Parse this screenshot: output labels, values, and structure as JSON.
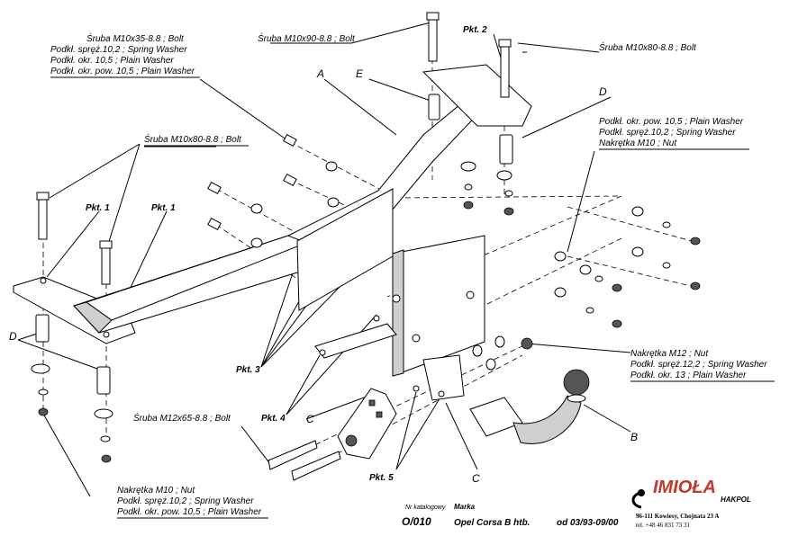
{
  "labels": {
    "bolt_m10x35": [
      "Śruba M10x35-8.8 ;  Bolt",
      "Podkł. spręż.10,2 ; Spring Washer",
      "Podkł. okr. 10,5 ; Plain Washer",
      "Podkł. okr. pow. 10,5 ; Plain Washer"
    ],
    "bolt_m10x90": "Śruba M10x90-8.8 ;  Bolt",
    "pkt2": "Pkt. 2",
    "bolt_m10x80_right": "Śruba M10x80-8.8 ;  Bolt",
    "letter_a": "A",
    "letter_e": "E",
    "letter_d_right": "D",
    "right_washers": [
      "Podkł. okr. pow. 10,5 ; Plain Washer",
      "Podkł. spręż.10,2 ; Spring Washer",
      "Nakrętka  M10 ; Nut"
    ],
    "bolt_m10x80_left": "Śruba M10x80-8.8 ;  Bolt",
    "pkt1_a": "Pkt. 1",
    "pkt1_b": "Pkt. 1",
    "letter_d_left": "D",
    "pkt3": "Pkt. 3",
    "nut_m12": [
      "Nakrętka  M12 ; Nut",
      "Podkł. spręż.12,2 ; Spring Washer",
      "Podkł. okr. 13 ; Plain Washer"
    ],
    "bolt_m12x65": "Śruba M12x65-8.8 ;  Bolt",
    "pkt4": "Pkt. 4",
    "letter_c_a": "C",
    "letter_b": "B",
    "pkt5": "Pkt. 5",
    "letter_c_b": "C",
    "nut_m10_bottom": [
      "Nakrętka  M10 ; Nut",
      "Podkł. spręż.10,2 ; Spring Washer",
      "Podkł. okr. pow. 10,5 ; Plain Washer"
    ]
  },
  "footer": {
    "catalog_caption": "Nr katalogowy",
    "brand_caption": "Marka",
    "catalog_no": "O/010",
    "model": "Opel Corsa B htb.",
    "years": "od  03/93-09/00"
  },
  "logo": {
    "name": "IMIOŁA",
    "sub": "HAKPOL",
    "address": "96-111 Kowiesy, Chojnata 23 A",
    "phone": "tel. +48 46 831 73 31",
    "color": "#c0392b"
  }
}
